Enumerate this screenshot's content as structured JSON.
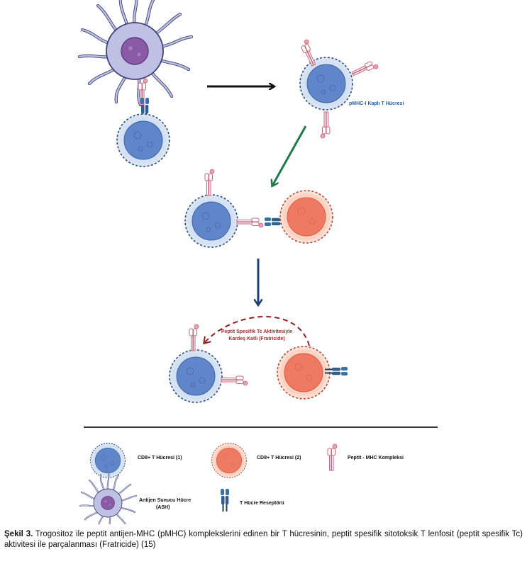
{
  "diagram": {
    "pmhc_cell_label": "pMHC-I Kaplı T Hücresi",
    "fratricide_line1": "Peptit Spesifik Tc Aktivitesiyle",
    "fratricide_line2": "Kardeş Katli  (Fratricide)"
  },
  "legend": {
    "cd8_cell_1": "CD8+ T Hücresi (1)",
    "cd8_cell_2": "CD8+ T Hücresi (2)",
    "peptide_mhc": "Peptit - MHC Kompleksi",
    "apc_line1": "Antijen Sunucu Hücre",
    "apc_line2": "(ASH)",
    "tcr": "T Hücre  Reseptörü"
  },
  "caption": {
    "label": "Şekil 3.",
    "text": " Trogositoz ile peptit antijen-MHC (pMHC) komplekslerini edinen bir T hücresinin, peptit spesifik sitotoksik T lenfosit (peptit spesifik Tc) aktivitesi ile parçalanması (Fratricide) (15)"
  },
  "colors": {
    "blue_cell_outer": "#d4e1f2",
    "blue_cell_core": "#5f86c9",
    "red_cell_outer": "#f9d3c4",
    "red_cell_core": "#ef7a62",
    "apc_body": "#bfc1e4",
    "apc_nucleus": "#8a5aa6",
    "mhc_pink": "#e8a1b3",
    "tcr_blue": "#2f5f8a",
    "arrow_black": "#111111",
    "arrow_green": "#1f7a4a",
    "arrow_navy": "#1d3f73",
    "arrow_darkred": "#8b1e1e"
  }
}
